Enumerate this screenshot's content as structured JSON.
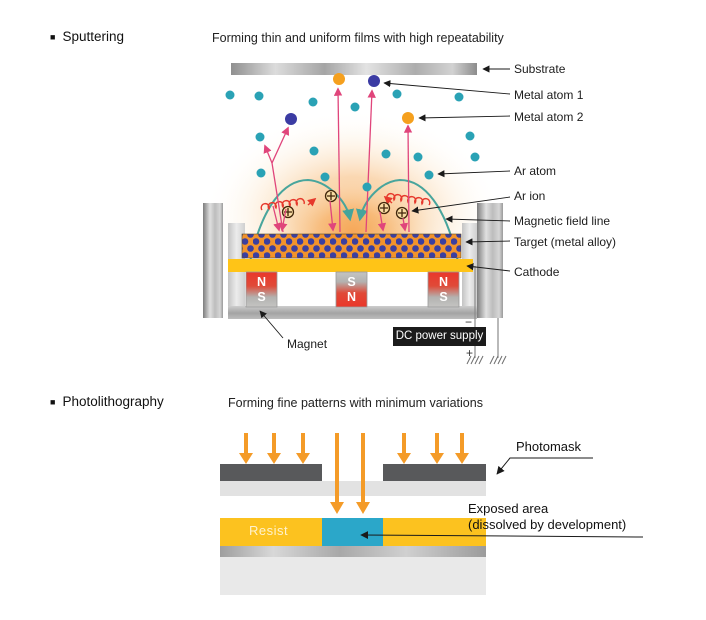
{
  "sputtering": {
    "bullet": "■",
    "title": "Sputtering",
    "subtitle": "Forming thin and uniform films with high repeatability",
    "labels": {
      "substrate": "Substrate",
      "metal_atom_1": "Metal atom 1",
      "metal_atom_2": "Metal atom 2",
      "ar_atom": "Ar atom",
      "ar_ion": "Ar ion",
      "magnetic_field_line": "Magnetic field line",
      "target": "Target (metal alloy)",
      "cathode": "Cathode",
      "magnet": "Magnet",
      "dc_power_supply": "DC power supply",
      "minus": "−",
      "plus": "+"
    },
    "magnets": [
      {
        "top": "N",
        "bottom": "S"
      },
      {
        "top": "S",
        "bottom": "N"
      },
      {
        "top": "N",
        "bottom": "S"
      }
    ]
  },
  "photolithography": {
    "bullet": "■",
    "title": "Photolithography",
    "subtitle": "Forming fine patterns with minimum variations",
    "labels": {
      "photomask": "Photomask",
      "exposed_line1": "Exposed area",
      "exposed_line2": "(dissolved by development)",
      "resist": "Resist"
    }
  },
  "colors": {
    "ar_atom_teal": "#2aa2b5",
    "metal_atom1_blue": "#3b3ba3",
    "metal_atom2_orange": "#f5a01e",
    "sputter_arrow_pink": "#e0457b",
    "field_line_teal": "#48a59c",
    "coil_red": "#e6392c",
    "target_orange": "#f2932b",
    "target_dot_navy": "#3b3fa0",
    "cathode_yellow": "#ffc417",
    "magnet_red": "#ea372a",
    "glow_orange": "#f5a352",
    "mask_gray": "#58595b",
    "resist_yellow": "#fcc21f",
    "exposed_blue": "#2ba7c9",
    "uv_arrow_orange": "#f49b28",
    "dc_box_black": "#1b1b1b"
  }
}
